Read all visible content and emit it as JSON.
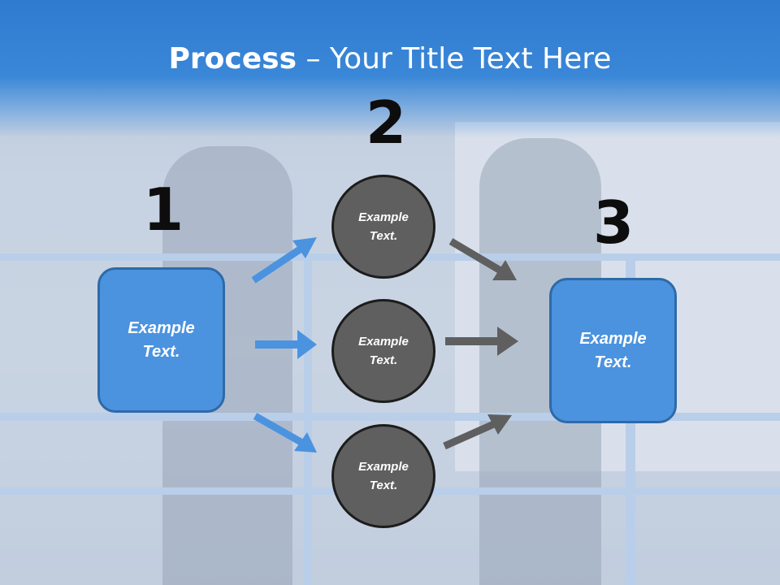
{
  "title": {
    "bold": "Process",
    "rest": " – Your Title Text Here"
  },
  "steps": {
    "one": "1",
    "two": "2",
    "three": "3"
  },
  "left_box": {
    "text": "Example\nText."
  },
  "right_box": {
    "text": "Example\nText."
  },
  "circles": [
    {
      "text": "Example\nText."
    },
    {
      "text": "Example\nText."
    },
    {
      "text": "Example\nText."
    }
  ],
  "colors": {
    "title_band": "#3a87d8",
    "box_fill": "#4b93df",
    "circle_fill": "#5f5f5f",
    "blue_arrow": "#4b93df",
    "gray_arrow": "#5f5f5f"
  }
}
